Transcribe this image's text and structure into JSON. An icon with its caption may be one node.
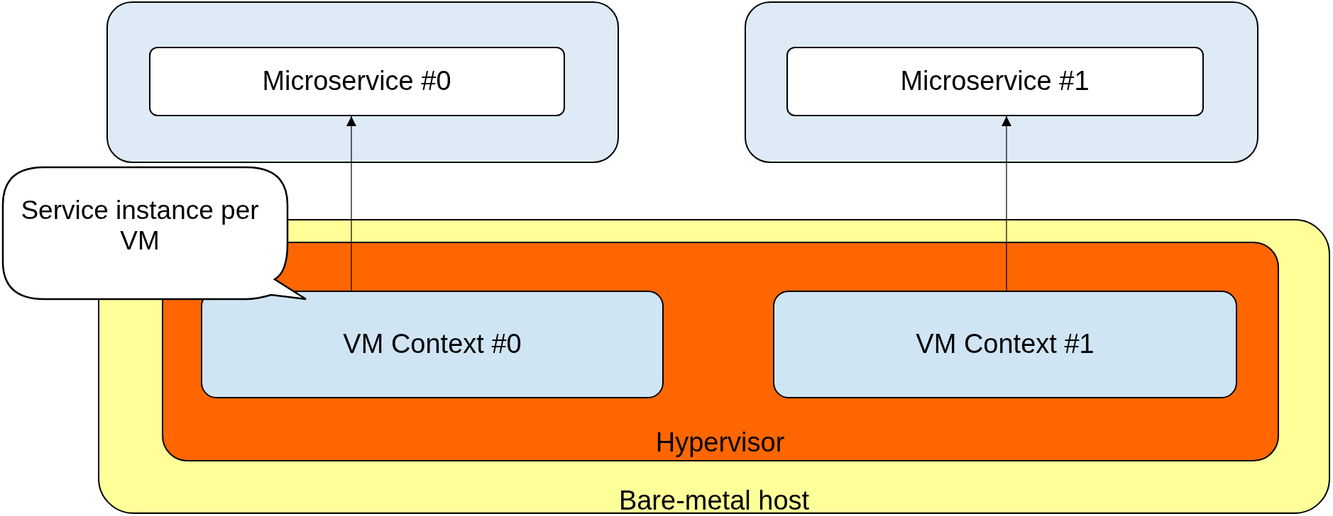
{
  "diagram": {
    "nodes": [
      {
        "text": [],
        "shape": "box"
      },
      {
        "text": [
          "Microservice #0"
        ],
        "in": 0
      },
      {
        "text": [],
        "shape": "box"
      },
      {
        "text": [
          "Microservice #1"
        ],
        "in": 2
      },
      {
        "text": [
          "Service instance per VM"
        ]
      },
      {
        "text": [
          "Bare-metal host"
        ]
      },
      {
        "text": [
          "Hypervisor"
        ],
        "in": 5
      },
      {
        "text": [
          "VM Context #0"
        ],
        "in": 6
      },
      {
        "text": [
          "VM Context #1"
        ],
        "in": 6
      }
    ],
    "edges": [
      {
        "from": 7,
        "to": 1,
        "arrow": "to"
      },
      {
        "from": 8,
        "to": 3,
        "arrow": "to"
      }
    ]
  }
}
